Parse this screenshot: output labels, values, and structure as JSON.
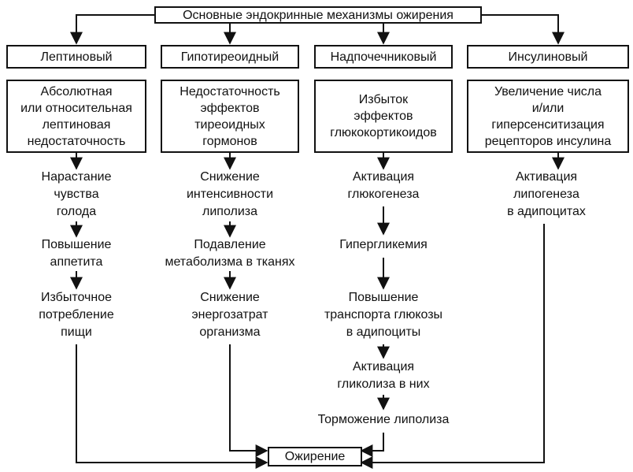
{
  "root": "Основные эндокринные механизмы ожирения",
  "result": "Ожирение",
  "columns": [
    {
      "header": "Лептиновый",
      "cause": "Абсолютная\nили относительная\nлептиновая\nнедостаточность",
      "steps": [
        "Нарастание\nчувства\nголода",
        "Повышение\nаппетита",
        "Избыточное\nпотребление\nпищи"
      ]
    },
    {
      "header": "Гипотиреоидный",
      "cause": "Недостаточность\nэффектов\nтиреоидных\nгормонов",
      "steps": [
        "Снижение\nинтенсивности\nлиполиза",
        "Подавление\nметаболизма в тканях",
        "Снижение\nэнергозатрат\nорганизма"
      ]
    },
    {
      "header": "Надпочечниковый",
      "cause": "Избыток\nэффектов\nглюкокортикоидов",
      "steps": [
        "Активация\nглюкогенеза",
        "Гипергликемия",
        "Повышение\nтранспорта глюкозы\nв адипоциты",
        "Активация\nгликолиза в них",
        "Торможение липолиза"
      ]
    },
    {
      "header": "Инсулиновый",
      "cause": "Увеличение числа\nи/или\nгиперсенситизация\nрецепторов инсулина",
      "steps": [
        "Активация\nлипогенеза\nв адипоцитах"
      ]
    }
  ],
  "colors": {
    "line": "#111111",
    "background": "#ffffff"
  }
}
